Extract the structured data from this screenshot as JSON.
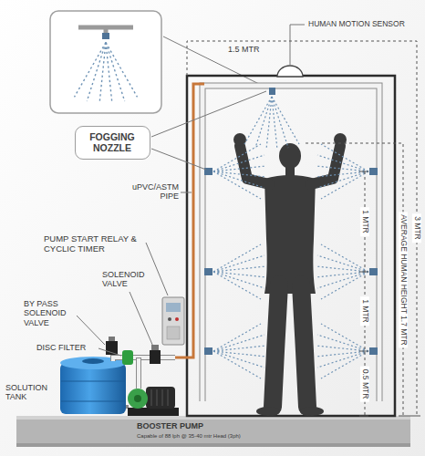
{
  "diagram": {
    "nodes": [
      {
        "text": [
          "FOGGING NOZZLE"
        ]
      }
    ],
    "labels": [
      "HUMAN MOTION SENSOR",
      "1.5 MTR",
      "uPVC/ASTM PIPE",
      "PUMP START RELAY & CYCLIC TIMER",
      "SOLENOID VALVE",
      "BY PASS SOLENOID VALVE",
      "DISC FILTER",
      "SOLUTION TANK",
      "BOOSTER PUMP",
      "Capable of 88 lph @ 35-40 mtr Head (3ph)",
      "3 MTR",
      "AVERAGE HUMAN HEIGHT 1.7 MTR",
      "1 MTR",
      "1 MTR",
      "0.5 MTR"
    ]
  }
}
